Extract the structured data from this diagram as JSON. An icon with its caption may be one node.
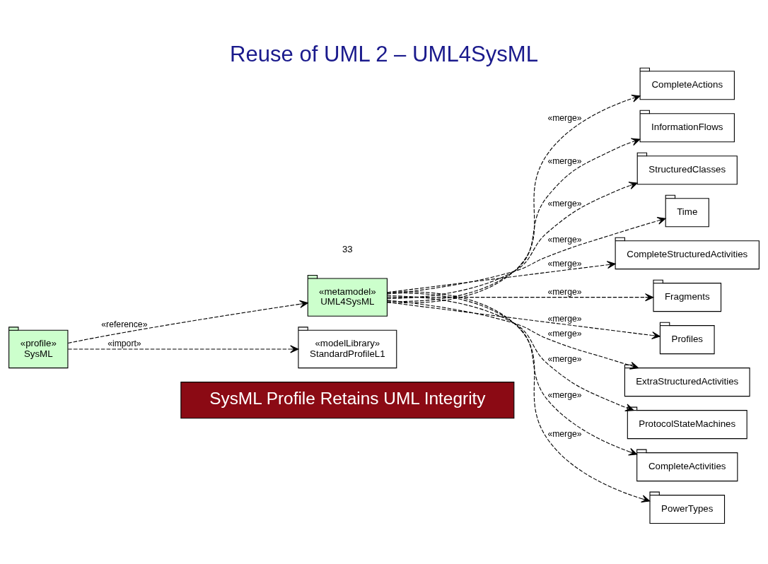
{
  "diagram": {
    "title": "Reuse of UML 2 – UML4SysML",
    "nodes": [
      {
        "text": [
          "CompleteActions"
        ]
      },
      {
        "text": [
          "InformationFlows"
        ]
      },
      {
        "text": [
          "StructuredClasses"
        ]
      },
      {
        "text": [
          "Time"
        ]
      },
      {
        "text": [
          "CompleteStructuredActivities"
        ]
      },
      {
        "text": [
          "Fragments"
        ]
      },
      {
        "text": [
          "«metamodel»",
          "UML4SysML"
        ]
      },
      {
        "text": [
          "Profiles"
        ]
      },
      {
        "text": [
          "ExtraStructuredActivities"
        ]
      },
      {
        "text": [
          "ProtocolStateMachines"
        ]
      },
      {
        "text": [
          "CompleteActivities"
        ]
      },
      {
        "text": [
          "«modelLibrary»",
          "StandardProfileL1"
        ]
      },
      {
        "text": [
          "«profile»",
          "SysML"
        ]
      },
      {
        "text": [
          "PowerTypes"
        ]
      }
    ],
    "edges": [
      {
        "from": 6,
        "to": 0,
        "arrow": "to",
        "label": "«merge»",
        "style": "dashed"
      },
      {
        "from": 6,
        "to": 1,
        "arrow": "to",
        "label": "«merge»",
        "style": "dashed"
      },
      {
        "from": 6,
        "to": 2,
        "arrow": "to",
        "label": "«merge»",
        "style": "dashed"
      },
      {
        "from": 6,
        "to": 3,
        "arrow": "to",
        "label": "«merge»",
        "style": "dashed"
      },
      {
        "from": 6,
        "to": 4,
        "arrow": "to",
        "label": "«merge»",
        "style": "dashed"
      },
      {
        "from": 6,
        "to": 5,
        "arrow": "to",
        "label": "«merge»",
        "style": "dashed"
      },
      {
        "from": 6,
        "to": 7,
        "arrow": "to",
        "label": "«merge»",
        "style": "dashed"
      },
      {
        "from": 6,
        "to": 8,
        "arrow": "to",
        "label": "«merge»",
        "style": "dashed"
      },
      {
        "from": 6,
        "to": 9,
        "arrow": "to",
        "label": "«merge»",
        "style": "dashed"
      },
      {
        "from": 6,
        "to": 10,
        "arrow": "to",
        "label": "«merge»",
        "style": "dashed"
      },
      {
        "from": 6,
        "to": 13,
        "arrow": "to",
        "label": "«merge»",
        "style": "dashed"
      },
      {
        "from": 12,
        "to": 6,
        "arrow": "to",
        "label": "«reference»",
        "style": "dashed"
      },
      {
        "from": 12,
        "to": 11,
        "arrow": "to",
        "label": "«import»",
        "style": "dashed"
      }
    ],
    "labels": [
      "SysML Profile Retains UML Integrity",
      "33"
    ]
  }
}
